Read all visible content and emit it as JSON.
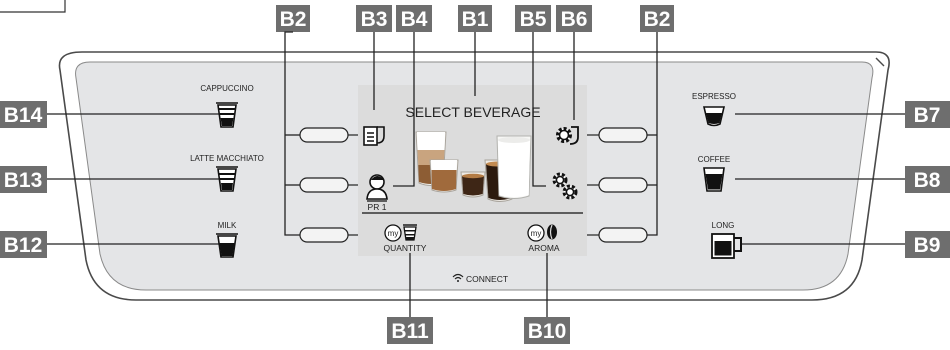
{
  "callouts": {
    "b1": "B1",
    "b2_left": "B2",
    "b2_right": "B2",
    "b3": "B3",
    "b4": "B4",
    "b5": "B5",
    "b6": "B6",
    "b7": "B7",
    "b8": "B8",
    "b9": "B9",
    "b10": "B10",
    "b11": "B11",
    "b12": "B12",
    "b13": "B13",
    "b14": "B14"
  },
  "left_buttons": {
    "cappuccino": "CAPPUCCINO",
    "latte_macchiato": "LATTE MACCHIATO",
    "milk": "MILK"
  },
  "right_buttons": {
    "espresso": "ESPRESSO",
    "coffee": "COFFEE",
    "long": "LONG"
  },
  "screen": {
    "title": "SELECT BEVERAGE",
    "profile": "PR 1",
    "my_badge_quantity": "my",
    "my_badge_aroma": "my",
    "quantity": "QUANTITY",
    "aroma": "AROMA"
  },
  "connect": "CONNECT",
  "colors": {
    "callout_bg": "#6e6e6e",
    "panel_fill": "#e4e5e7",
    "screen_fill": "#dcdcdc"
  }
}
